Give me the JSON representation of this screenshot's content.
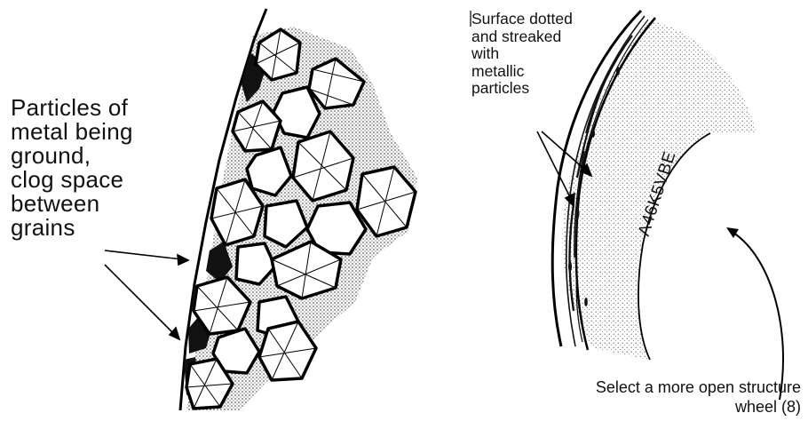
{
  "left_diagram": {
    "caption": "Particles of\nmetal being\nground,\nclog space\nbetween\ngrains"
  },
  "right_diagram": {
    "surface_caption": "Surface dotted\nand streaked\nwith\nmetallic\nparticles",
    "wheel_marking": "A46K5VBE",
    "recommendation": "Select a more open structure\nwheel (8)"
  }
}
